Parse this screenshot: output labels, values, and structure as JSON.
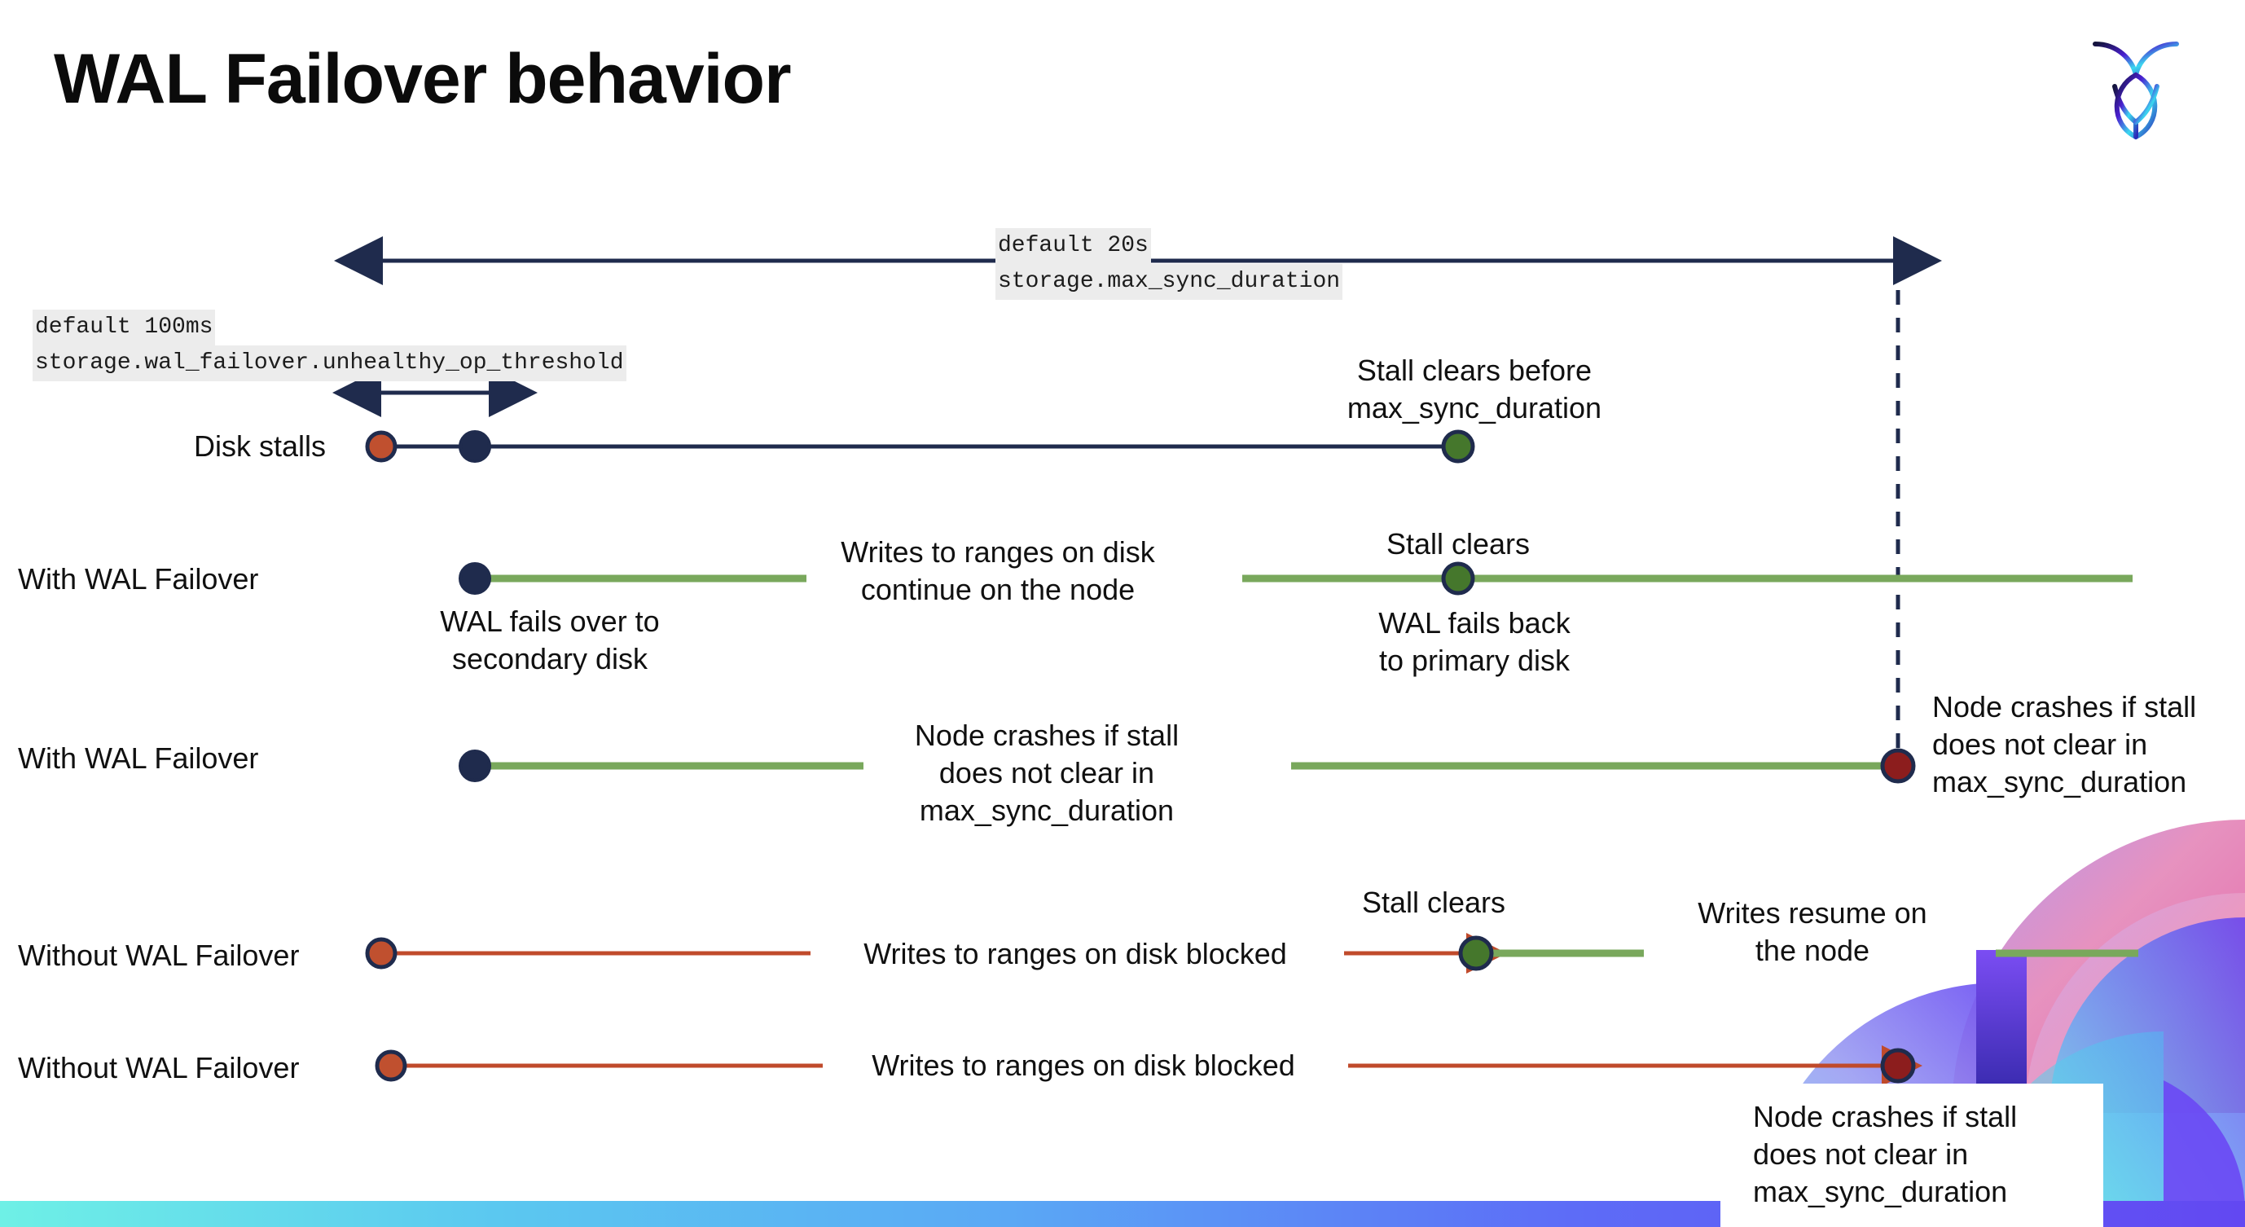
{
  "slide": {
    "title": "WAL Failover behavior",
    "logo_name": "cockroachdb-logo"
  },
  "colors": {
    "navy": "#1f2b4d",
    "green_line": "#79a85c",
    "green_dot": "#45772c",
    "orange_line": "#c04a2b",
    "orange_dot": "#c0502f",
    "dark_red_dot": "#8c1d1d",
    "code_bg": "#ececec",
    "text": "#101010"
  },
  "code_labels": [
    {
      "id": "max-sync-duration-label",
      "line1": "default 20s",
      "line2": "storage.max_sync_duration"
    },
    {
      "id": "unhealthy-op-threshold-label",
      "line1": "default 100ms",
      "line2": "storage.wal_failover.unhealthy_op_threshold"
    }
  ],
  "rows": [
    {
      "id": "disk-stalls",
      "label": "Disk stalls",
      "annotations": [
        {
          "id": "stall-clears-before",
          "text": "Stall clears before\nmax_sync_duration"
        }
      ]
    },
    {
      "id": "with-wal-failover-1",
      "label": "With WAL Failover",
      "annotations": [
        {
          "id": "wal-fails-over",
          "text": "WAL fails over to\nsecondary disk"
        },
        {
          "id": "writes-continue-1",
          "text": "Writes to ranges on disk\ncontinue on the node"
        },
        {
          "id": "stall-clears-1",
          "text": "Stall clears"
        },
        {
          "id": "wal-fails-back",
          "text": "WAL fails  back\nto primary disk"
        }
      ]
    },
    {
      "id": "with-wal-failover-2",
      "label": "With WAL Failover",
      "annotations": [
        {
          "id": "writes-continue-2",
          "text": "Writes to ranges on disk\ncontinue on the node"
        },
        {
          "id": "node-crashes-1",
          "text": "Node crashes if stall\ndoes not clear in\nmax_sync_duration"
        }
      ]
    },
    {
      "id": "without-wal-failover-1",
      "label": "Without WAL Failover",
      "annotations": [
        {
          "id": "writes-blocked-1",
          "text": "Writes to ranges on disk  blocked"
        },
        {
          "id": "stall-clears-2",
          "text": "Stall clears"
        },
        {
          "id": "writes-resume",
          "text": "Writes resume on\nthe node"
        }
      ]
    },
    {
      "id": "without-wal-failover-2",
      "label": "Without WAL Failover",
      "annotations": [
        {
          "id": "writes-blocked-2",
          "text": "Writes to ranges on disk  blocked"
        },
        {
          "id": "node-crashes-2",
          "text": "Node crashes if stall\ndoes not clear in\nmax_sync_duration"
        }
      ]
    }
  ]
}
